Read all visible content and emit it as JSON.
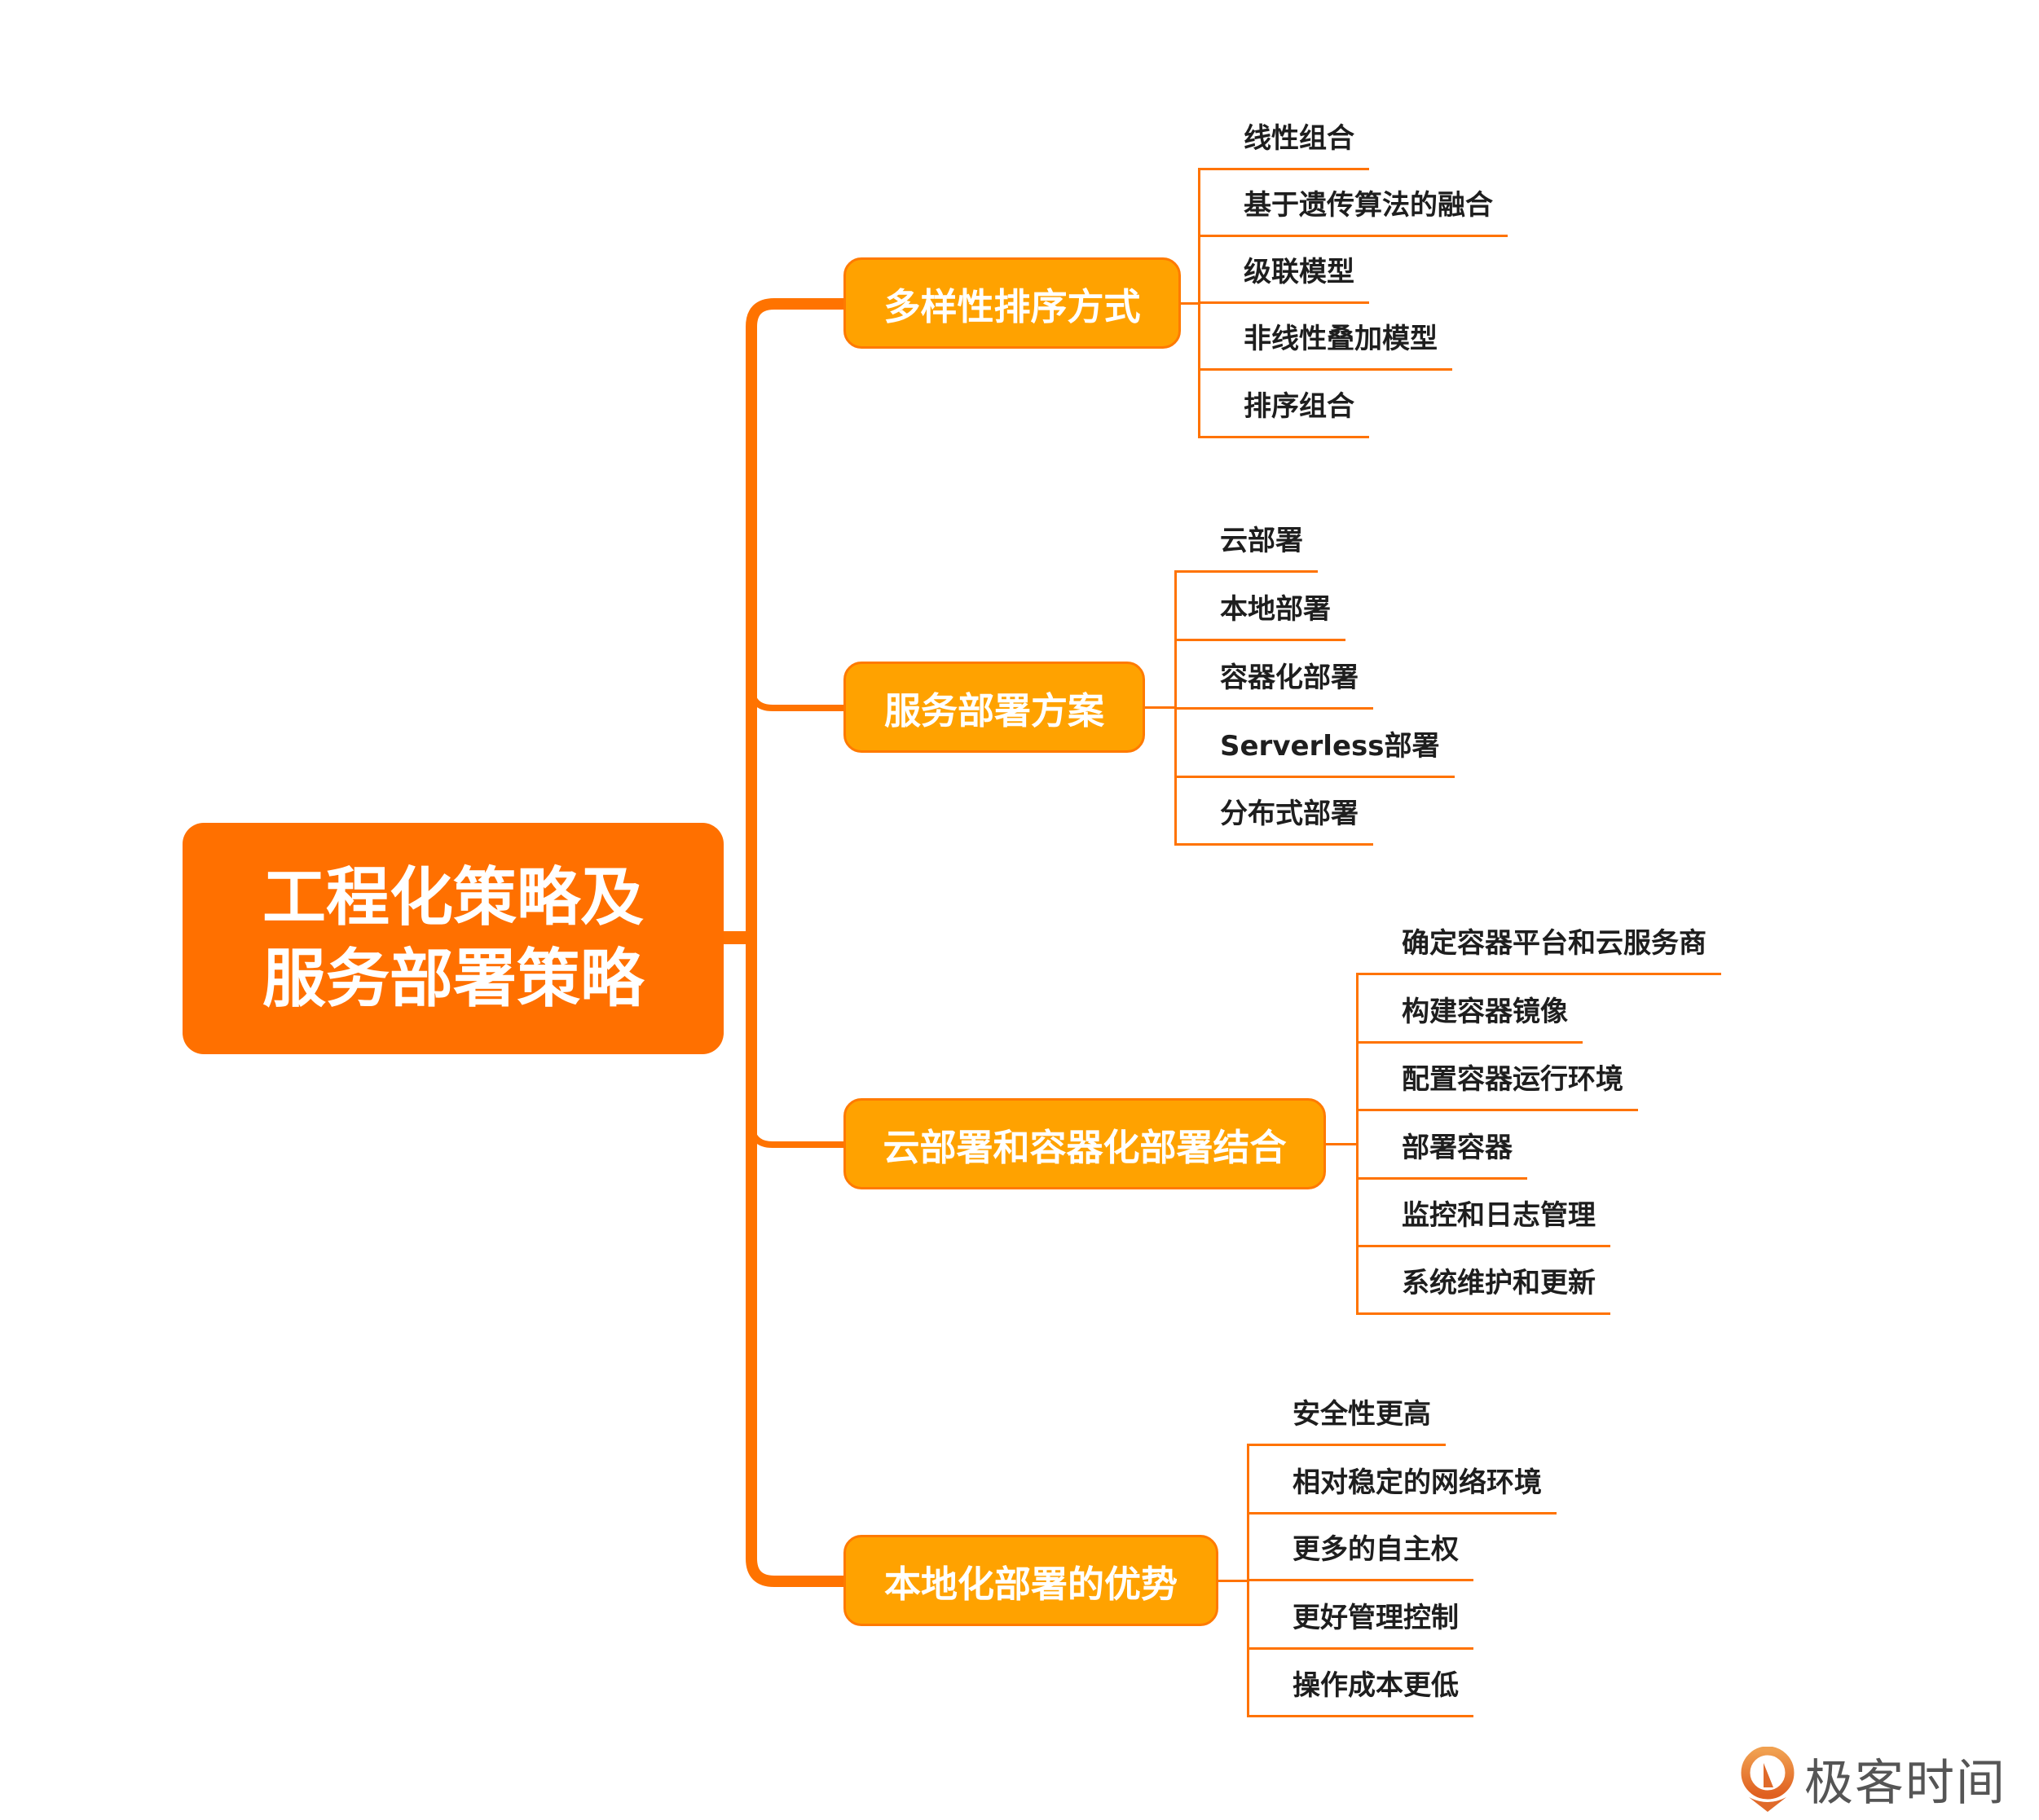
{
  "root": {
    "line1": "工程化策略及",
    "line2": "服务部署策略"
  },
  "branches": [
    {
      "label": "多样性排序方式",
      "leaves": [
        "线性组合",
        "基于遗传算法的融合",
        "级联模型",
        "非线性叠加模型",
        "排序组合"
      ]
    },
    {
      "label": "服务部署方案",
      "leaves": [
        "云部署",
        "本地部署",
        "容器化部署",
        "Serverless部署",
        "分布式部署"
      ]
    },
    {
      "label": "云部署和容器化部署结合",
      "leaves": [
        "确定容器平台和云服务商",
        "构建容器镜像",
        "配置容器运行环境",
        "部署容器",
        "监控和日志管理",
        "系统维护和更新"
      ]
    },
    {
      "label": "本地化部署的优势",
      "leaves": [
        "安全性更高",
        "相对稳定的网络环境",
        "更多的自主权",
        "更好管理控制",
        "操作成本更低"
      ]
    }
  ],
  "logo": {
    "text": "极客时间"
  },
  "colors": {
    "root": "#FF7000",
    "branch": "#FFA200",
    "line": "#FF7300"
  }
}
